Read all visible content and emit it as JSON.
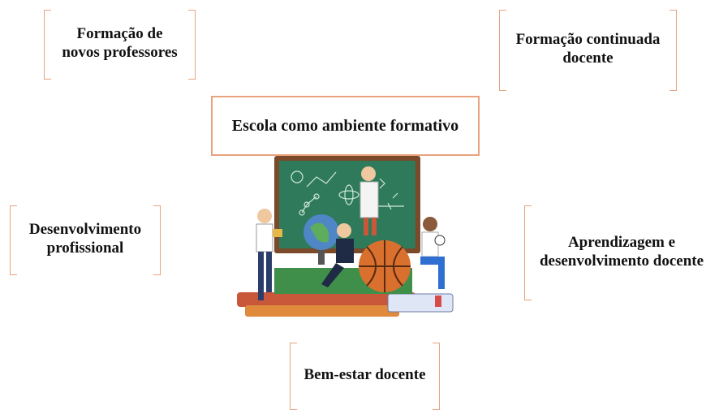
{
  "nodes": {
    "top_left": "Formação de\nnovos professores",
    "top_right": "Formação continuada\ndocente",
    "center": "Escola como ambiente formativo",
    "middle_left": "Desenvolvimento\nprofissional",
    "middle_right": "Aprendizagem e\ndesenvolvimento docente",
    "bottom": "Bem-estar docente"
  },
  "colors": {
    "border": "#e8a27c",
    "board": "#2f7a5a",
    "board_frame": "#7a4a2a",
    "basketball": "#d9702e",
    "book_red": "#c9573a",
    "book_orange": "#e08a3c"
  }
}
